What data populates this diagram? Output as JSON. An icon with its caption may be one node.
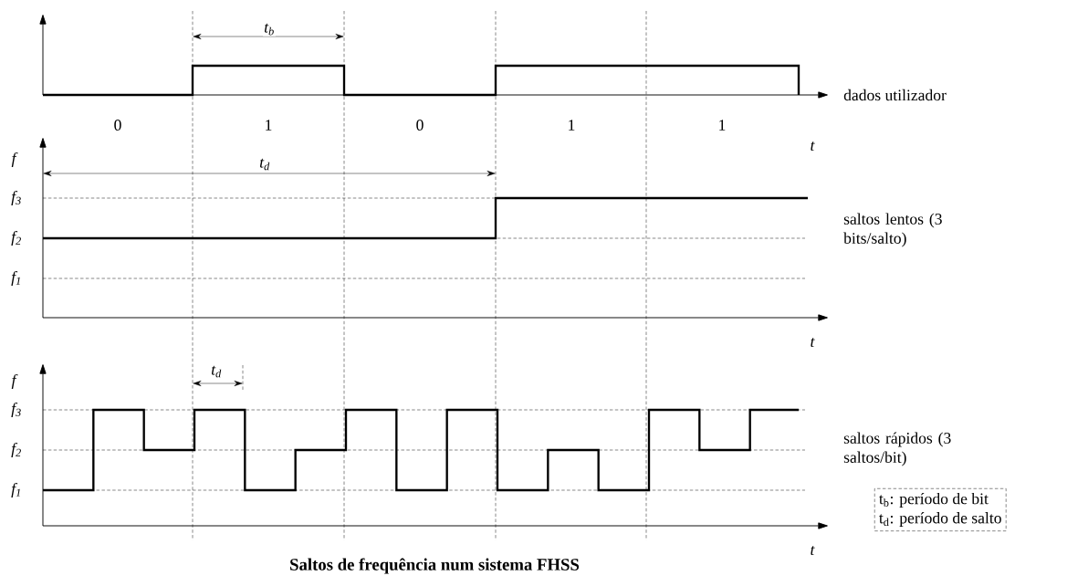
{
  "diagram": {
    "caption": "Saltos de frequência num sistema FHSS",
    "nodes": [
      {
        "text": [
          "t$_{b}$: período de bit",
          "t$_{d}$: período de salto"
        ]
      }
    ],
    "labels": [
      "t$_{b}$",
      "dados utilizador",
      "0",
      "1",
      "0",
      "1",
      "1",
      "t",
      "f",
      "t$_{d}$",
      "f$_{3}$",
      "saltos lentos (3 bits/salto)",
      "f$_{2}$",
      "f$_{1}$",
      "t",
      "f",
      "t$_{d}$",
      "f$_{3}$",
      "saltos rápidos (3 saltos/bit)",
      "f$_{2}$",
      "f$_{1}$",
      "t"
    ]
  }
}
